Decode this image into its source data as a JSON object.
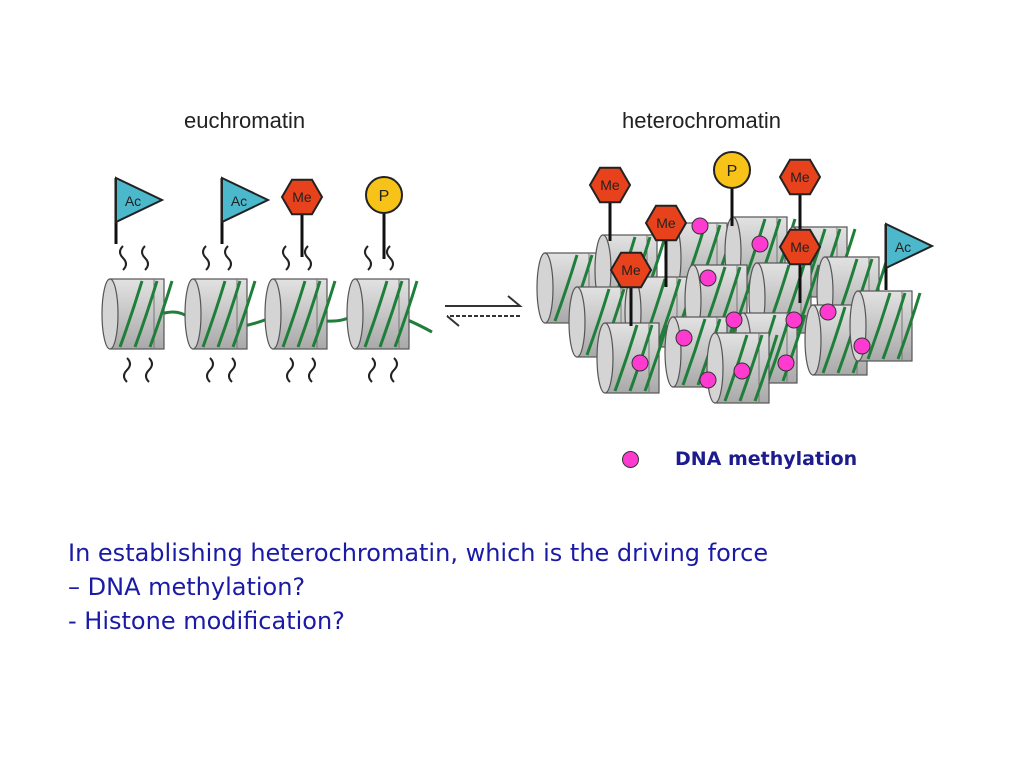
{
  "labels": {
    "euchromatin": "euchromatin",
    "heterochromatin": "heterochromatin"
  },
  "marks": {
    "acetyl": "Ac",
    "methyl": "Me",
    "phospho": "P"
  },
  "legend": {
    "text": "DNA methylation"
  },
  "question": {
    "line1": "In establishing heterochromatin, which is the driving force",
    "line2": "– DNA methylation?",
    "line3": "- Histone modification?"
  },
  "colors": {
    "acetyl_flag": "#4cb8cc",
    "methyl_hexagon": "#e8421c",
    "phospho_circle": "#f7c318",
    "methylation_dot": "#ff3ad0",
    "nucleosome": "#c8c8c8",
    "dna_strand": "#1f7f3a",
    "question_text": "#1a1aa6",
    "legend_text": "#1c1c8e"
  }
}
